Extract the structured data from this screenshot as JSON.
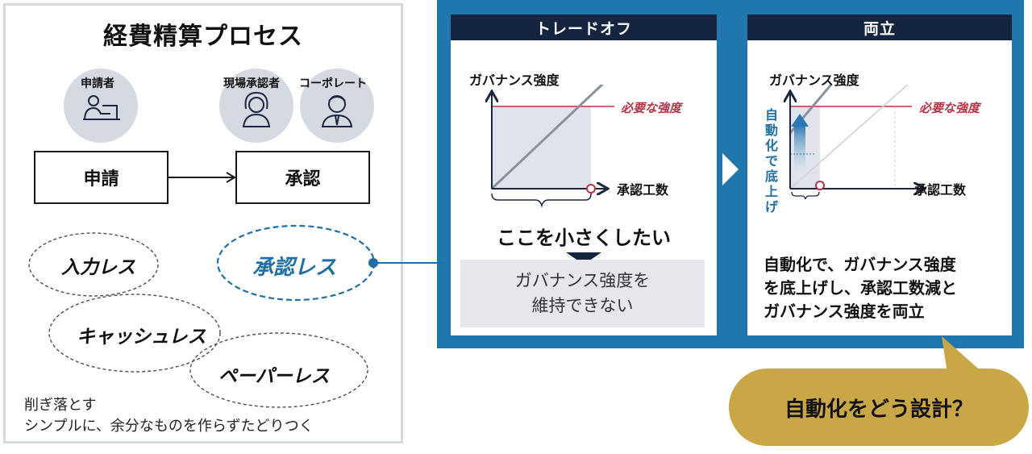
{
  "process": {
    "title": "経費精算プロセス",
    "roles": {
      "applicant": "申請者",
      "site_approver": "現場承認者",
      "corporate": "コーポレート"
    },
    "steps": {
      "apply": "申請",
      "approve": "承認"
    },
    "ideas": {
      "input_less": "入力レス",
      "approval_less": "承認レス",
      "cashless": "キャッシュレス",
      "paperless": "ペーパーレス"
    },
    "note_line1": "削ぎ落とす",
    "note_line2": "シンプルに、余分なものを作らずたどりつく"
  },
  "tradeoff": {
    "header": "トレードオフ",
    "y_label": "ガバナンス強度",
    "x_label": "承認工数",
    "required_label": "必要な強度",
    "caption": "ここを小さくしたい",
    "result_line1": "ガバナンス強度を",
    "result_line2": "維持できない"
  },
  "both": {
    "header": "両立",
    "y_label": "ガバナンス強度",
    "x_label": "承認工数",
    "required_label": "必要な強度",
    "vertical_label": "自動化で底上げ",
    "summary_line1": "自動化で、ガバナンス強度",
    "summary_line2": "を底上げし、承認工数減と",
    "summary_line3": "ガバナンス強度を両立"
  },
  "callout": {
    "text": "自動化をどう設計？"
  },
  "colors": {
    "panel_blue": "#2077ad",
    "header_navy": "#152540",
    "required_red": "#b83245",
    "accent_blue": "#1f6fa5",
    "callout_gold": "#c9a646"
  }
}
